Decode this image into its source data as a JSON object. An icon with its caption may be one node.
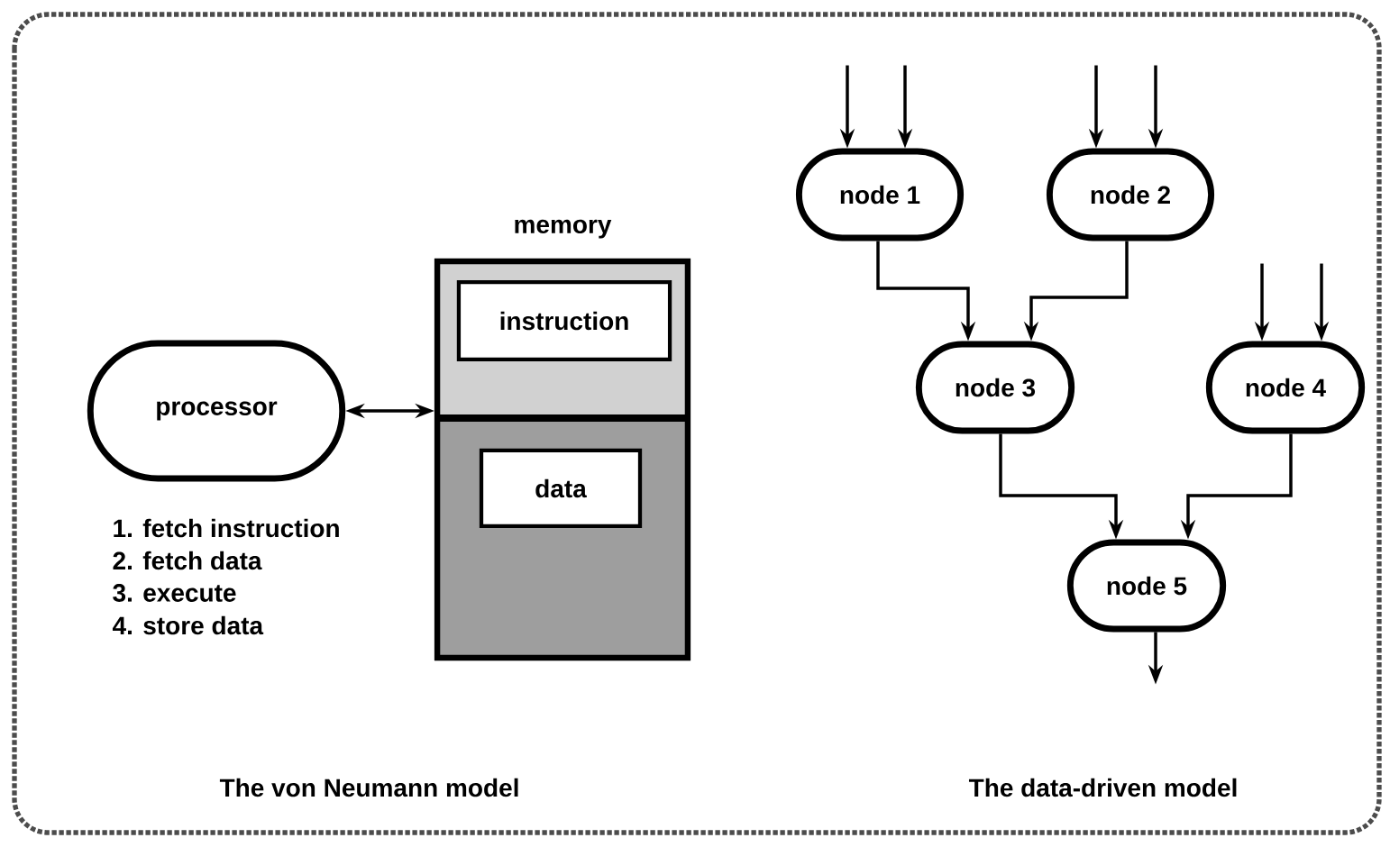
{
  "diagram": {
    "nodes": [
      {
        "text": [
          "processor"
        ],
        "beside": [
          "1. fetch instruction",
          "2. fetch data",
          "3. execute",
          "4. store data"
        ]
      },
      {
        "text": [
          "memory"
        ]
      },
      {
        "text": [
          "instruction"
        ],
        "in": 1
      },
      {
        "text": [
          "data"
        ],
        "in": 1
      },
      {
        "text": [
          "node 1"
        ]
      },
      {
        "text": [
          "node 2"
        ]
      },
      {
        "text": [
          "node 3"
        ]
      },
      {
        "text": [
          "node 4"
        ]
      },
      {
        "text": [
          "node 5"
        ]
      }
    ],
    "edges": [
      {
        "from": 0,
        "to": 1,
        "arrow": "both"
      },
      {
        "from": null,
        "to": 4,
        "arrow": "to"
      },
      {
        "from": null,
        "to": 4,
        "arrow": "to"
      },
      {
        "from": null,
        "to": 5,
        "arrow": "to"
      },
      {
        "from": null,
        "to": 5,
        "arrow": "to"
      },
      {
        "from": 4,
        "to": 6,
        "arrow": "to"
      },
      {
        "from": 5,
        "to": 6,
        "arrow": "to"
      },
      {
        "from": null,
        "to": 7,
        "arrow": "to"
      },
      {
        "from": null,
        "to": 7,
        "arrow": "to"
      },
      {
        "from": 6,
        "to": 8,
        "arrow": "to"
      },
      {
        "from": 7,
        "to": 8,
        "arrow": "to"
      },
      {
        "from": 8,
        "to": null,
        "arrow": "to"
      }
    ],
    "labels": [
      "The von Neumann model",
      "The data-driven model"
    ]
  }
}
